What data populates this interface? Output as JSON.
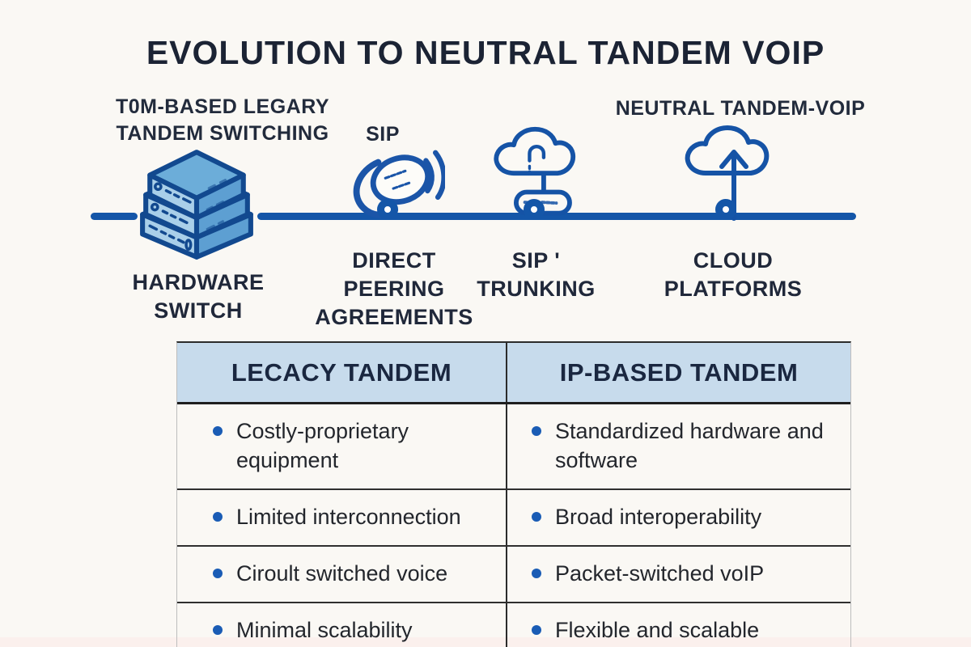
{
  "title": "EVOLUTION TO NEUTRAL TANDEM VOIP",
  "colors": {
    "background": "#faf8f4",
    "accent_blue": "#1456a8",
    "icon_stroke": "#1b55a8",
    "navy_text": "#1b2334",
    "table_header_bg": "#c7dbec",
    "bullet_blue": "#1a5cb5"
  },
  "timeline": {
    "left_top_label": {
      "line1": "T0M-BASED LEGARY",
      "line2": "TANDEM SWITCHING"
    },
    "right_top_label": "NEUTRAL TANDEM-VOIP",
    "sip_icon_caption": "SIP",
    "stages": [
      {
        "icon": "server-stack-icon",
        "label_lines": [
          "HARDWARE",
          "SWITCH"
        ]
      },
      {
        "icon": "sip-phone-icon",
        "label_lines": [
          "DIRECT",
          "PEERING",
          "AGREEMENTS"
        ]
      },
      {
        "icon": "cloud-sip-trunk-icon",
        "label_lines": [
          "SIP '",
          "TRUNKING"
        ]
      },
      {
        "icon": "cloud-upload-icon",
        "label_lines": [
          "CLOUD",
          "PLATFORMS"
        ]
      }
    ]
  },
  "table": {
    "headers": [
      "LECACY TANDEM",
      "IP-BASED TANDEM"
    ],
    "rows": [
      [
        "Costly-proprietary equipment",
        "Standardized hardware and software"
      ],
      [
        "Limited interconnection",
        "Broad interoperability"
      ],
      [
        "Ciroult switched voice",
        "Packet-switched voIP"
      ],
      [
        "Minimal scalability",
        "Flexible and scalable"
      ]
    ]
  }
}
